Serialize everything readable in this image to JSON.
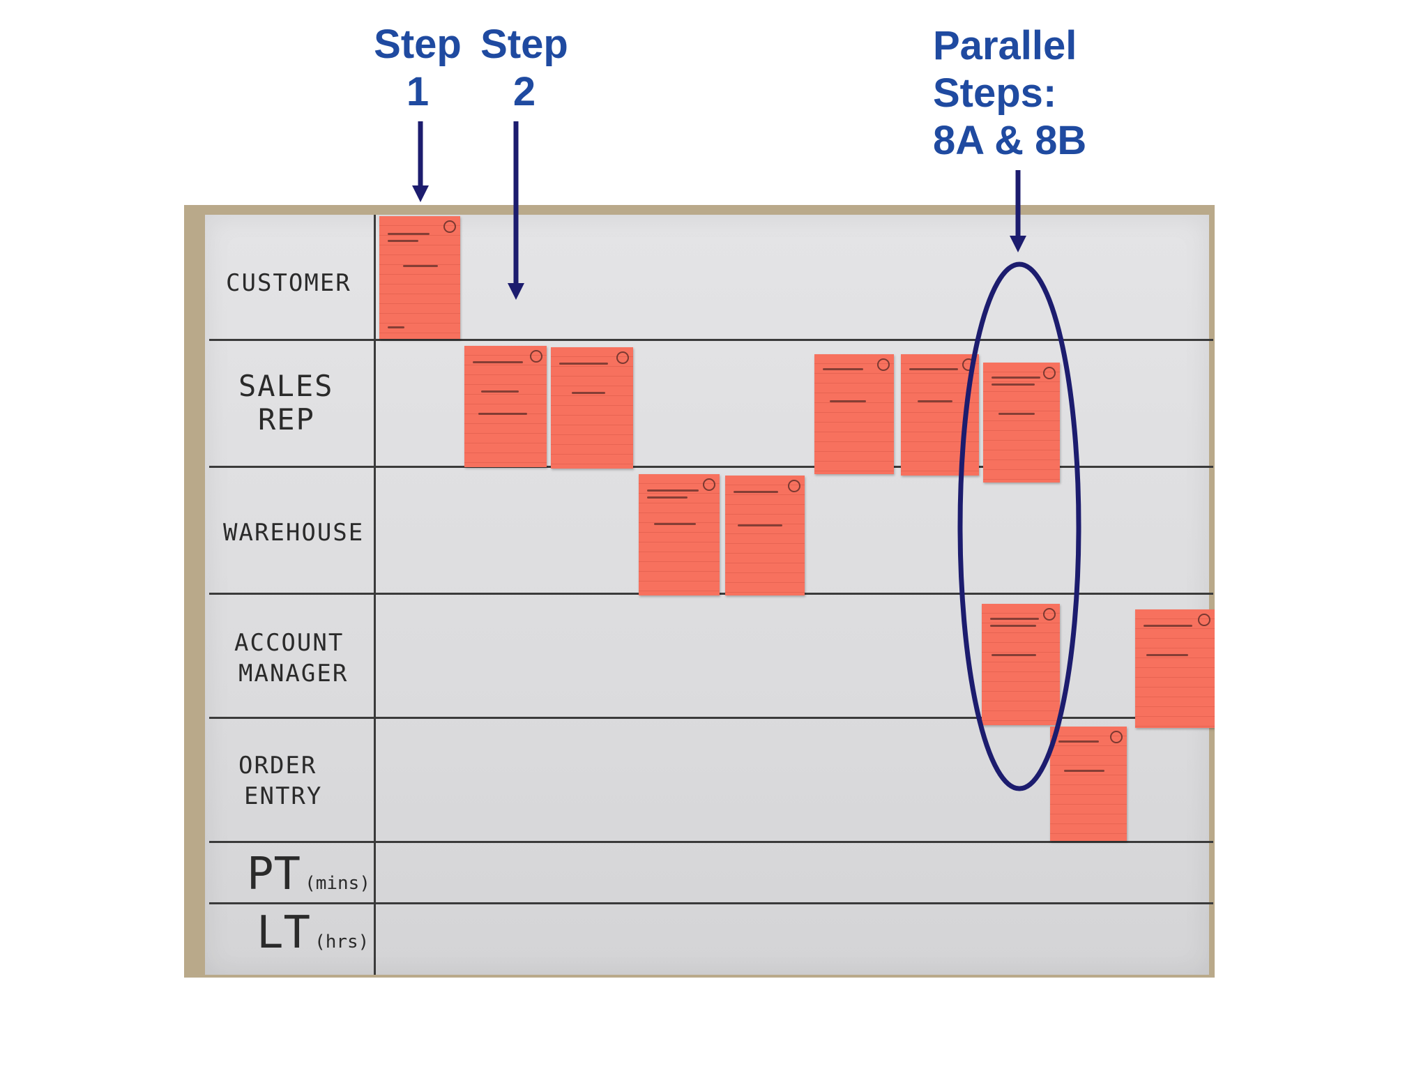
{
  "annotations": {
    "step1": {
      "line1": "Step",
      "line2": "1"
    },
    "step2": {
      "line1": "Step",
      "line2": "2"
    },
    "parallel": {
      "line1": "Parallel",
      "line2": "Steps:",
      "line3": "8A & 8B"
    }
  },
  "board": {
    "rows": {
      "customer": "CUSTOMER",
      "sales_rep": {
        "line1": "SALES",
        "line2": "REP"
      },
      "warehouse": "WAREHOUSE",
      "account_manager": {
        "line1": "ACCOUNT",
        "line2": "MANAGER"
      },
      "order_entry": {
        "line1": "ORDER",
        "line2": "ENTRY"
      },
      "pt": {
        "main": "PT",
        "unit": "(mins)"
      },
      "lt": {
        "main": "LT",
        "unit": "(hrs)"
      }
    }
  },
  "colors": {
    "annotation": "#1f4aa0",
    "arrow": "#1c1c6e",
    "note": "#f7715e"
  }
}
